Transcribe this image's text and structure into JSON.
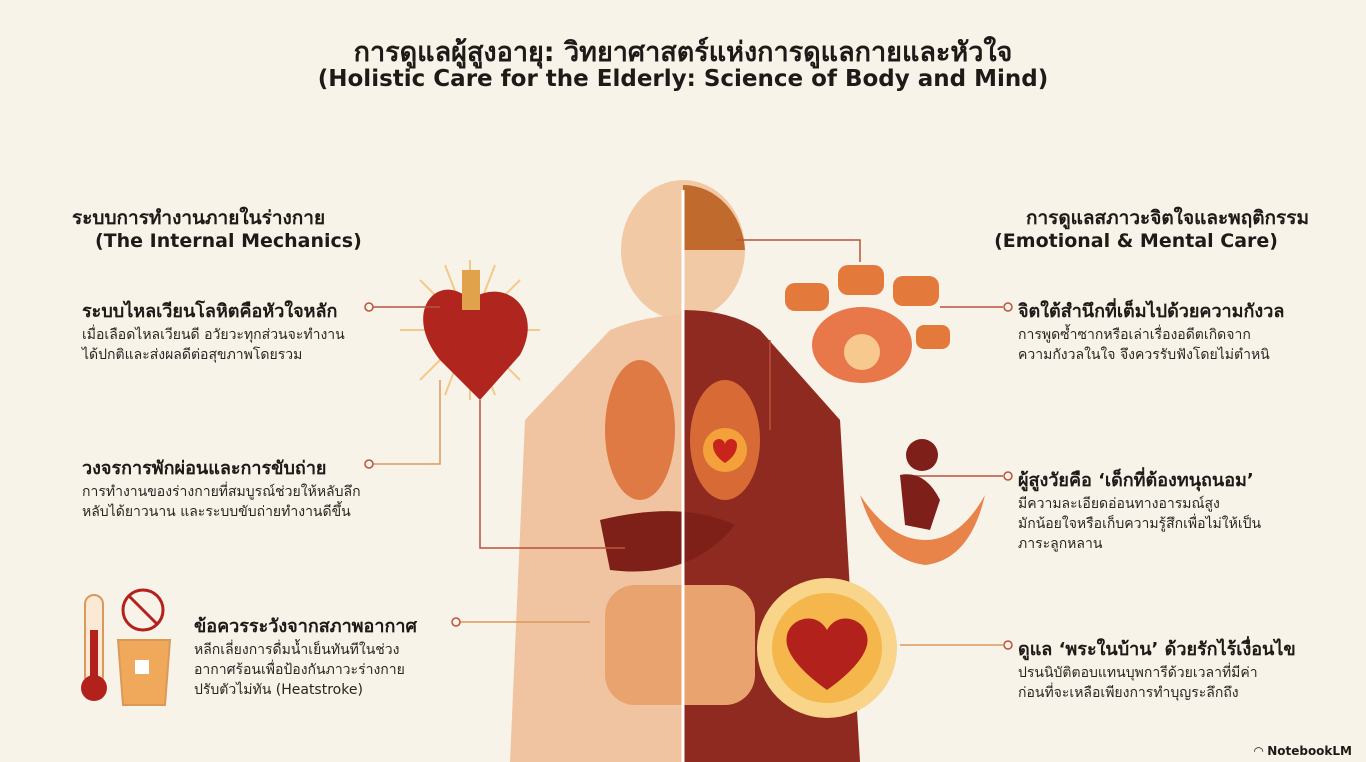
{
  "title": "การดูแลผู้สูงอายุ: วิทยาศาสตร์แห่งการดูแลกายและหัวใจ",
  "subtitle": "(Holistic Care for the Elderly: Science of Body and Mind)",
  "left": {
    "heading": "ระบบการทำงานภายในร่างกาย",
    "heading_en": "(The Internal Mechanics)",
    "items": [
      {
        "title": "ระบบไหลเวียนโลหิตคือหัวใจหลัก",
        "desc": [
          "เมื่อเลือดไหลเวียนดี อวัยวะทุกส่วนจะทำงาน",
          "ได้ปกติและส่งผลดีต่อสุขภาพโดยรวม"
        ]
      },
      {
        "title": "วงจรการพักผ่อนและการขับถ่าย",
        "desc": [
          "การทำงานของร่างกายที่สมบูรณ์ช่วยให้หลับลึก",
          "หลับได้ยาวนาน และระบบขับถ่ายทำงานดีขึ้น"
        ]
      },
      {
        "title": "ข้อควรระวังจากสภาพอากาศ",
        "desc": [
          "หลีกเลี่ยงการดื่มน้ำเย็นทันทีในช่วง",
          "อากาศร้อนเพื่อป้องกันภาวะร่างกาย",
          "ปรับตัวไม่ทัน (Heatstroke)"
        ]
      }
    ]
  },
  "right": {
    "heading": "การดูแลสภาวะจิตใจและพฤติกรรม",
    "heading_en": "(Emotional & Mental Care)",
    "items": [
      {
        "title": "จิตใต้สำนึกที่เต็มไปด้วยความกังวล",
        "desc": [
          "การพูดซ้ำซากหรือเล่าเรื่องอดีตเกิดจาก",
          "ความกังวลในใจ จึงควรรับฟังโดยไม่ตำหนิ"
        ]
      },
      {
        "title": "ผู้สูงวัยคือ ‘เด็กที่ต้องทนุถนอม’",
        "desc": [
          "มีความละเอียดอ่อนทางอารมณ์สูง",
          "มักน้อยใจหรือเก็บความรู้สึกเพื่อไม่ให้เป็น",
          "ภาระลูกหลาน"
        ]
      },
      {
        "title": "ดูแล ‘พระในบ้าน’ ด้วยรักไร้เงื่อนไข",
        "desc": [
          "ปรนนิบัติตอบแทนบุพการีด้วยเวลาที่มีค่า",
          "ก่อนที่จะเหลือเพียงการทำบุญระลึกถึง"
        ]
      }
    ]
  },
  "brand": "NotebookLM"
}
